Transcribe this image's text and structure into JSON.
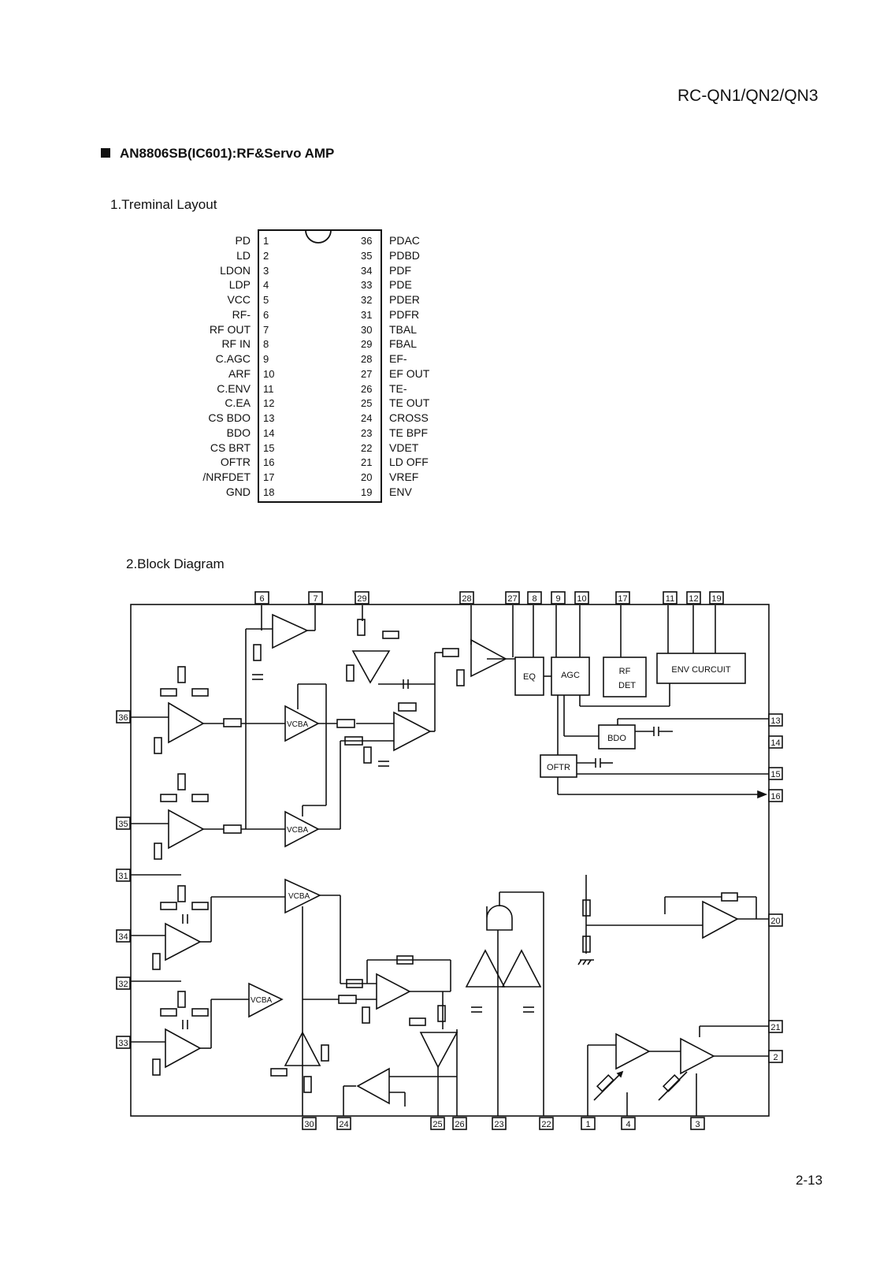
{
  "header": {
    "model": "RC-QN1/QN2/QN3"
  },
  "section": {
    "title": "AN8806SB(IC601):RF&Servo AMP"
  },
  "layout_heading": "1.Treminal Layout",
  "pins_left": [
    {
      "num": "1",
      "name": "PD"
    },
    {
      "num": "2",
      "name": "LD"
    },
    {
      "num": "3",
      "name": "LDON"
    },
    {
      "num": "4",
      "name": "LDP"
    },
    {
      "num": "5",
      "name": "VCC"
    },
    {
      "num": "6",
      "name": "RF-"
    },
    {
      "num": "7",
      "name": "RF OUT"
    },
    {
      "num": "8",
      "name": "RF IN"
    },
    {
      "num": "9",
      "name": "C.AGC"
    },
    {
      "num": "10",
      "name": "ARF"
    },
    {
      "num": "11",
      "name": "C.ENV"
    },
    {
      "num": "12",
      "name": "C.EA"
    },
    {
      "num": "13",
      "name": "CS BDO"
    },
    {
      "num": "14",
      "name": "BDO"
    },
    {
      "num": "15",
      "name": "CS BRT"
    },
    {
      "num": "16",
      "name": "OFTR"
    },
    {
      "num": "17",
      "name": "/NRFDET"
    },
    {
      "num": "18",
      "name": "GND"
    }
  ],
  "pins_right": [
    {
      "num": "36",
      "name": "PDAC"
    },
    {
      "num": "35",
      "name": "PDBD"
    },
    {
      "num": "34",
      "name": "PDF"
    },
    {
      "num": "33",
      "name": "PDE"
    },
    {
      "num": "32",
      "name": "PDER"
    },
    {
      "num": "31",
      "name": "PDFR"
    },
    {
      "num": "30",
      "name": "TBAL"
    },
    {
      "num": "29",
      "name": "FBAL"
    },
    {
      "num": "28",
      "name": "EF-"
    },
    {
      "num": "27",
      "name": "EF OUT"
    },
    {
      "num": "26",
      "name": "TE-"
    },
    {
      "num": "25",
      "name": "TE OUT"
    },
    {
      "num": "24",
      "name": "CROSS"
    },
    {
      "num": "23",
      "name": "TE BPF"
    },
    {
      "num": "22",
      "name": "VDET"
    },
    {
      "num": "21",
      "name": "LD OFF"
    },
    {
      "num": "20",
      "name": "VREF"
    },
    {
      "num": "19",
      "name": "ENV"
    }
  ],
  "block_heading": "2.Block Diagram",
  "blocks": {
    "eq": "EQ",
    "agc": "AGC",
    "rf_det_1": "RF",
    "rf_det_2": "DET",
    "env": "ENV CURCUIT",
    "bdo": "BDO",
    "oftr": "OFTR",
    "vcba": "VCBA"
  },
  "block_pins": {
    "top": [
      "6",
      "7",
      "29",
      "28",
      "27",
      "8",
      "9",
      "10",
      "17",
      "11",
      "12",
      "19"
    ],
    "left": [
      "36",
      "35",
      "31",
      "34",
      "32",
      "33"
    ],
    "right": [
      "13",
      "14",
      "15",
      "16",
      "20",
      "21",
      "2"
    ],
    "bottom": [
      "30",
      "24",
      "25",
      "26",
      "23",
      "22",
      "1",
      "4",
      "3"
    ]
  },
  "page_number": "2-13"
}
